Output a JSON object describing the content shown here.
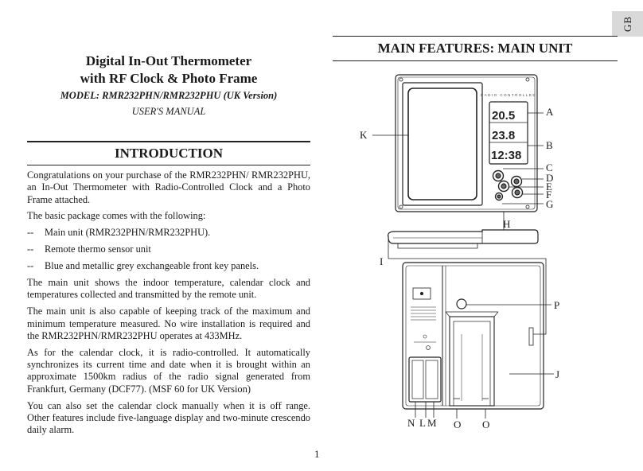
{
  "tab": {
    "label": "GB"
  },
  "left": {
    "title_line1": "Digital In-Out Thermometer",
    "title_line2": "with RF Clock & Photo Frame",
    "model": "MODEL: RMR232PHN/RMR232PHU (UK Version)",
    "manual": "USER'S MANUAL",
    "section": "INTRODUCTION",
    "p1": "Congratulations on your purchase of the RMR232PHN/ RMR232PHU, an In-Out Thermometer with Radio-Controlled Clock and a Photo Frame attached.",
    "p2": "The basic package comes with the following:",
    "list": [
      {
        "dash": "--",
        "text": "Main unit (RMR232PHN/RMR232PHU)."
      },
      {
        "dash": "--",
        "text": "Remote thermo sensor unit"
      },
      {
        "dash": "--",
        "text": "Blue and metallic grey exchangeable front key panels."
      }
    ],
    "p3": "The main unit shows the indoor temperature, calendar clock and temperatures collected and transmitted by the remote unit.",
    "p4": "The main unit is also capable of keeping track of the maximum and minimum temperature measured. No wire installation is required and the RMR232PHN/RMR232PHU operates at 433MHz.",
    "p5": "As for the calendar clock, it is radio-controlled. It automatically synchronizes its current time and date when it is brought within an approximate 1500km radius of the radio signal generated from Frankfurt, Germany (DCF77). (MSF 60 for UK Version)",
    "p6": "You can also set the calendar clock manually when it is off range. Other features include five-language display and two-minute crescendo daily alarm."
  },
  "right": {
    "section": "MAIN FEATURES: MAIN UNIT",
    "device_caption": "RADIO CONTROLLED",
    "display": {
      "indoor": "20.5",
      "outdoor": "23.8",
      "clock": "12:38"
    },
    "callouts": {
      "A": "A",
      "B": "B",
      "C": "C",
      "D": "D",
      "E": "E",
      "F": "F",
      "G": "G",
      "H": "H",
      "I": "I",
      "J": "J",
      "K": "K",
      "P": "P",
      "N": "N",
      "L": "L",
      "M": "M",
      "O1": "O",
      "O2": "O"
    }
  },
  "page": {
    "number": "1"
  }
}
